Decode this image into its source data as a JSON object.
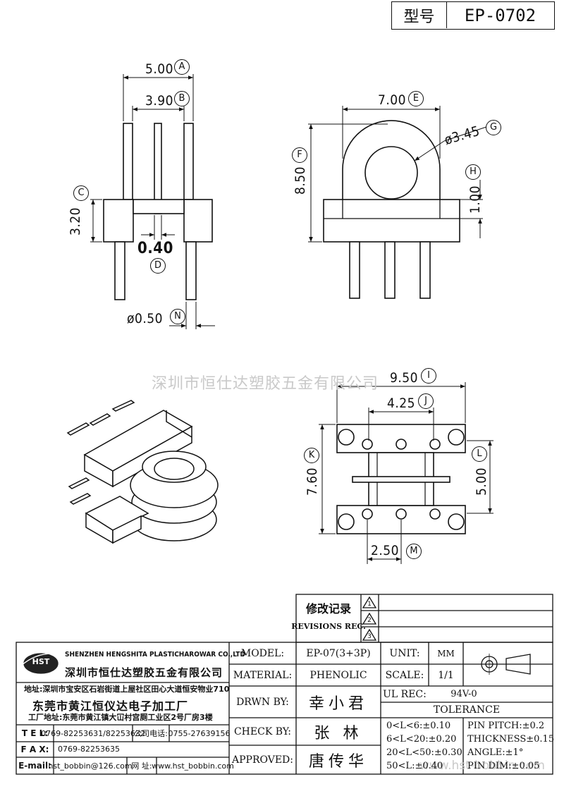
{
  "header": {
    "type_label": "型号",
    "model_code": "EP-0702"
  },
  "dims": {
    "A": {
      "letter": "A",
      "value": "5.00"
    },
    "B": {
      "letter": "B",
      "value": "3.90"
    },
    "C": {
      "letter": "C",
      "value": "3.20"
    },
    "D": {
      "letter": "D",
      "value": "0.40"
    },
    "N": {
      "letter": "N",
      "value": "ø0.50"
    },
    "E": {
      "letter": "E",
      "value": "7.00"
    },
    "F": {
      "letter": "F",
      "value": "8.50"
    },
    "G": {
      "letter": "G",
      "value": "ø3.45"
    },
    "H": {
      "letter": "H",
      "value": "1.00"
    },
    "I": {
      "letter": "I",
      "value": "9.50"
    },
    "J": {
      "letter": "J",
      "value": "4.25"
    },
    "K": {
      "letter": "K",
      "value": "7.60"
    },
    "L": {
      "letter": "L",
      "value": "5.00"
    },
    "M": {
      "letter": "M",
      "value": "2.50"
    }
  },
  "watermark": "深圳市恒仕达塑胶五金有限公司",
  "watermark2": "www.hst-bobbin.com",
  "revisions": {
    "title_cn": "修改记录",
    "title_en": "REVISIONS REC.",
    "marks": [
      "1",
      "2",
      "3"
    ]
  },
  "company": {
    "logo_text": "HST",
    "name_en": "SHENZHEN HENGSHITA PLASTICHAROWAR CO.,LTD",
    "name_cn": "深圳市恒仕达塑胶五金有限公司",
    "address_cn": "地址:深圳市宝安区石岩街道上屋社区田心大道恒安物业710",
    "factory_cn": "东莞市黄江恒仪达电子加工厂",
    "factory_address": "工厂地址:东莞市黄江镇大冚村宫厕工业区2号厂房3楼",
    "tel_label": "T E L:",
    "tel_value": "0769-82253631/82253632",
    "office_tel_label": "公司电话:",
    "office_tel_value": "0755-27639156",
    "fax_label": "F A X:",
    "fax_value": "0769-82253635",
    "email_label": "E-mail:",
    "email_value": "hst_bobbin@126.com",
    "web_label": "网 址:",
    "web_value": "www.hst_bobbin.com"
  },
  "title_block": {
    "model_label": "MODEL:",
    "model_value": "EP-07(3+3P)",
    "material_label": "MATERIAL:",
    "material_value": "PHENOLIC",
    "drawn_label": "DRWN BY:",
    "drawn_value": "幸小君",
    "check_label": "CHECK BY:",
    "check_value": "张 林",
    "approved_label": "APPROVED:",
    "approved_value": "唐传华",
    "unit_label": "UNIT:",
    "unit_value": "MM",
    "scale_label": "SCALE:",
    "scale_value": "1/1",
    "ul_label": "UL REC:",
    "ul_value": "94V-0",
    "tolerance_label": "TOLERANCE",
    "tol_left": [
      "0<L<6:±0.10",
      "6<L<20:±0.20",
      "20<L<50:±0.30",
      "50<L:±0.40"
    ],
    "tol_right": [
      "PIN PITCH:±0.2",
      "THICKNESS±0.15",
      "ANGLE:±1°",
      "PIN DIM:±0.05"
    ]
  }
}
